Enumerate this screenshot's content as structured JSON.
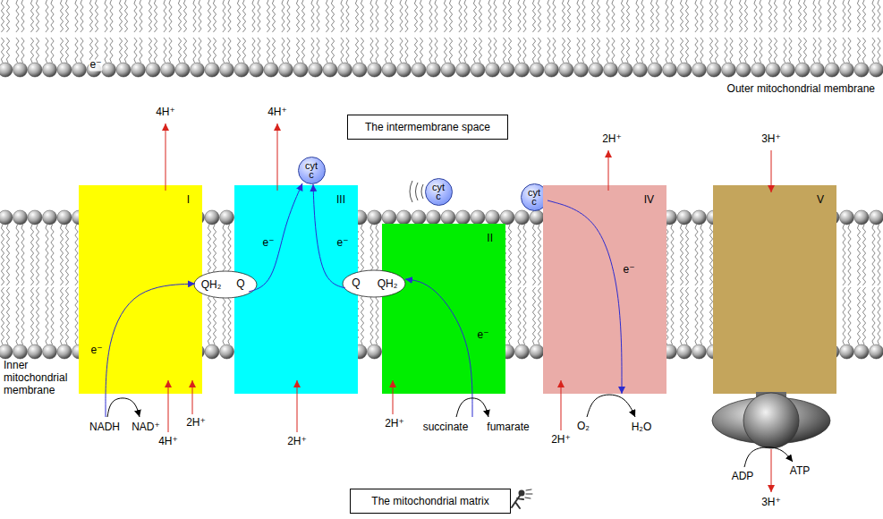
{
  "diagram": {
    "nodes": [
      {
        "text": [
          "The intermembrane space"
        ]
      },
      {
        "text": [
          "cyt c"
        ]
      },
      {
        "text": [
          "cyt c"
        ]
      },
      {
        "text": [
          "cyt c"
        ]
      },
      {
        "text": [
          "I"
        ]
      },
      {
        "text": [
          "III"
        ]
      },
      {
        "text": [
          "II"
        ]
      },
      {
        "text": [
          "IV"
        ]
      },
      {
        "text": [
          "V"
        ]
      },
      {
        "text": [
          "The mitochondrial matrix"
        ]
      }
    ],
    "labels": [
      "e⁻",
      "Outer mitochondrial membrane",
      "4H⁺",
      "4H⁺",
      "2H⁺",
      "3H⁺",
      "QH₂",
      "Q",
      "e⁻",
      "e⁻",
      "Q",
      "QH₂",
      "e⁻",
      "e⁻",
      "Inner mitochondrial membrane",
      "e⁻",
      "2H⁺",
      "NADH",
      "NAD⁺",
      "4H⁺",
      "2H⁺",
      "2H⁺",
      "succinate",
      "fumarate",
      "2H⁺",
      "O₂",
      "H₂O",
      "ADP",
      "ATP",
      "3H⁺"
    ]
  }
}
